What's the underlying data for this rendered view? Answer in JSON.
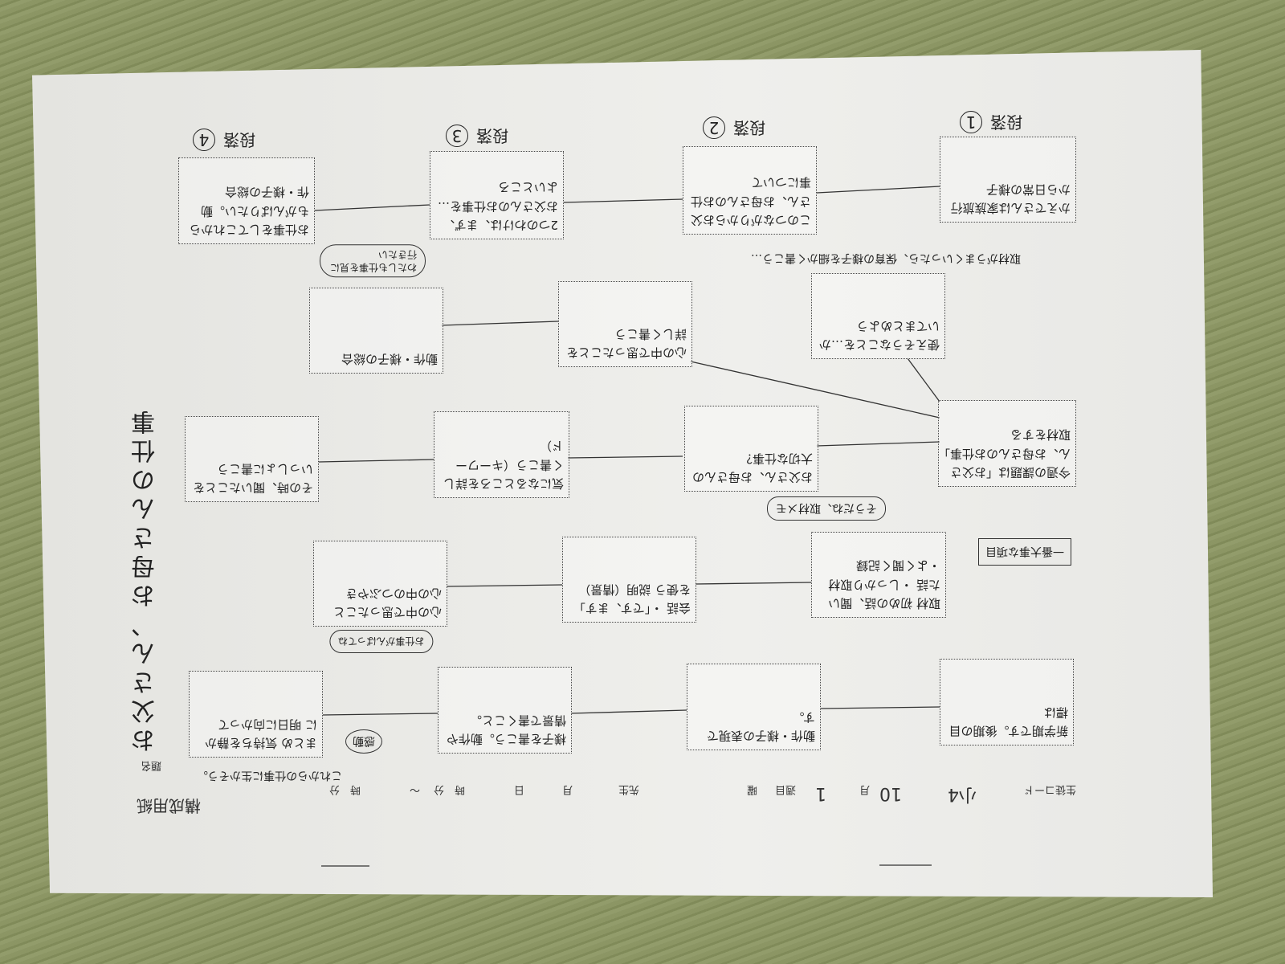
{
  "sheet": {
    "form_title": "構成用紙",
    "header": {
      "student_code": "生徒コード",
      "grade": "小4",
      "month_value": "10",
      "month": "月",
      "week_value": "1",
      "week": "週目",
      "weekday": "曜",
      "teacher": "先生",
      "date_month": "月",
      "date_day": "日",
      "time_start": "時　分",
      "tilde": "〜",
      "time_end": "時　分",
      "title_label": "題名"
    },
    "essay_title": "お父さん、お母さんの仕事",
    "paragraphs": [
      {
        "label": "段落",
        "number": "1"
      },
      {
        "label": "段落",
        "number": "2"
      },
      {
        "label": "段落",
        "number": "3"
      },
      {
        "label": "段落",
        "number": "4"
      }
    ],
    "note_top": "取材がうまくいったら、保育の様子を細かく書こう…",
    "note_kandou": "感動",
    "note_bottom": "これからの仕事に生かそう。",
    "boxes": {
      "r1": [
        "かえでさんは家族旅行から日常の様子",
        "このつながりからお父さん、お母さんのお仕事について",
        "2つのわけは、まず、お父さんのお仕事を…よいところ",
        "お仕事をしてこれからもがんばりたい。動作・様子の総合"
      ],
      "r2": [
        "使えそうなことを…かいてまとめよう",
        "心の中で思ったことを詳しく書こう",
        "動作・様子の総合"
      ],
      "r3": [
        "今週の課題は「お父さん、お母さんのお仕事」取材をする",
        "お父さん、お母さんの大切な仕事？",
        "気になるところを詳しく書こう（キーワード）",
        "その時、聞いたことをいっしょに書こう"
      ],
      "r4": [
        "取材 初めの話、聞いた話 ・しっかり取材 ・よく聞く記録",
        "会話 ・「です、ます」を使う 説明（情景）",
        "心の中で思ったこと 心の中のつぶやき"
      ],
      "r5": [
        "新学期です。後期の目標は",
        "動作・様子の表現です。",
        "様子を書こう。動作や情景で書くこと。",
        "まとめ 気持ちを静かに 明日に向かって"
      ]
    },
    "bubbles": [
      "そうだね、取材メモ",
      "一番大事な項目",
      "わたしも仕事を見に行きたい",
      "お仕事がんばってね"
    ]
  }
}
